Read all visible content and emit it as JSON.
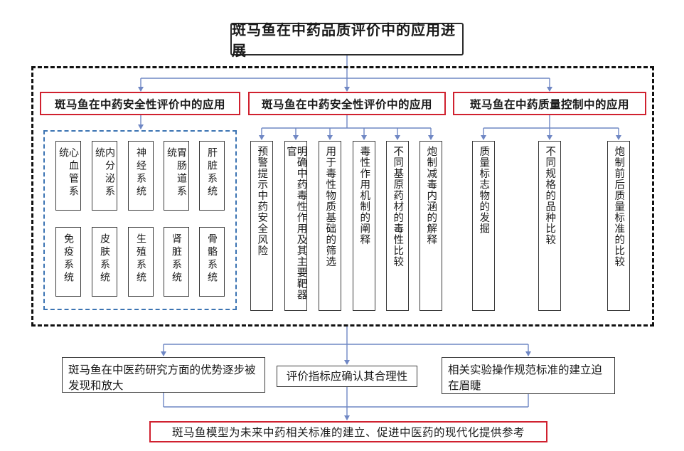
{
  "title": "斑马鱼在中药品质评价中的应用进展",
  "categories": [
    "斑马鱼在中药安全性评价中的应用",
    "斑马鱼在中药安全性评价中的应用",
    "斑马鱼在中药质量控制中的应用"
  ],
  "organ_systems": [
    "心血管系统",
    "内分泌系统",
    "神经系统",
    "胃肠道系统",
    "肝脏系统",
    "免疫系统",
    "皮肤系统",
    "生殖系统",
    "肾脏系统",
    "骨骼系统"
  ],
  "safety_items": [
    "预警提示中药安全风险",
    "明确中药毒性作用及其主要靶器官",
    "用于毒性物质基础的筛选",
    "毒性作用机制的阐释",
    "不同基原药材的毒性比较",
    "炮制减毒内涵的解释"
  ],
  "quality_items": [
    "质量标志物的发掘",
    "不同规格的品种比较",
    "炮制前后质量标准的比较"
  ],
  "conclusions": [
    "斑马鱼在中医药研究方面的优势逐步被发现和放大",
    "评价指标应确认其合理性",
    "相关实验操作规范标准的建立迫在眉睫"
  ],
  "final": "斑马鱼模型为未来中药相关标准的建立、促进中医药的现代化提供参考",
  "colors": {
    "connector": "#6f87c4",
    "highlight_border": "#d0212f",
    "dashdot_border": "#3b73b2"
  }
}
